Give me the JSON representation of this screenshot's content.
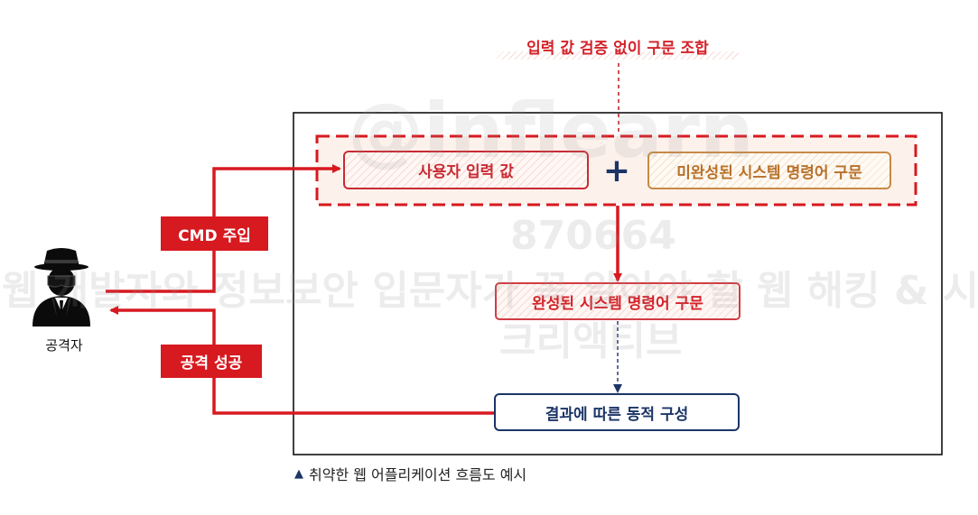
{
  "diagram": {
    "top_note": "입력 값 검증 없이 구문 조합",
    "user_input": "사용자 입력 값",
    "plus": "+",
    "incomplete_command": "미완성된 시스템 명령어 구문",
    "complete_command": "완성된 시스템 명령어 구문",
    "result": "결과에 따른 동적 구성",
    "cmd_injection_tag": "CMD 주입",
    "attack_success_tag": "공격 성공",
    "attacker_label": "공격자",
    "caption_marker": "▲",
    "caption": "취약한 웹 어플리케이션 흐름도 예시"
  },
  "watermark": {
    "logo": "@inflearn",
    "id": "870664",
    "course": "웹 개발자와 정보보안 입문자가 꼭 알아야 할 웹 해킹 & 시큐어코딩",
    "author": "크리액티브"
  },
  "colors": {
    "accent_red": "#d71920",
    "navy": "#1b3566",
    "orange": "#c78a45"
  },
  "icons": {
    "attacker": "spy-hacker-icon",
    "plus": "plus-icon",
    "caption_marker": "triangle-up-icon"
  }
}
